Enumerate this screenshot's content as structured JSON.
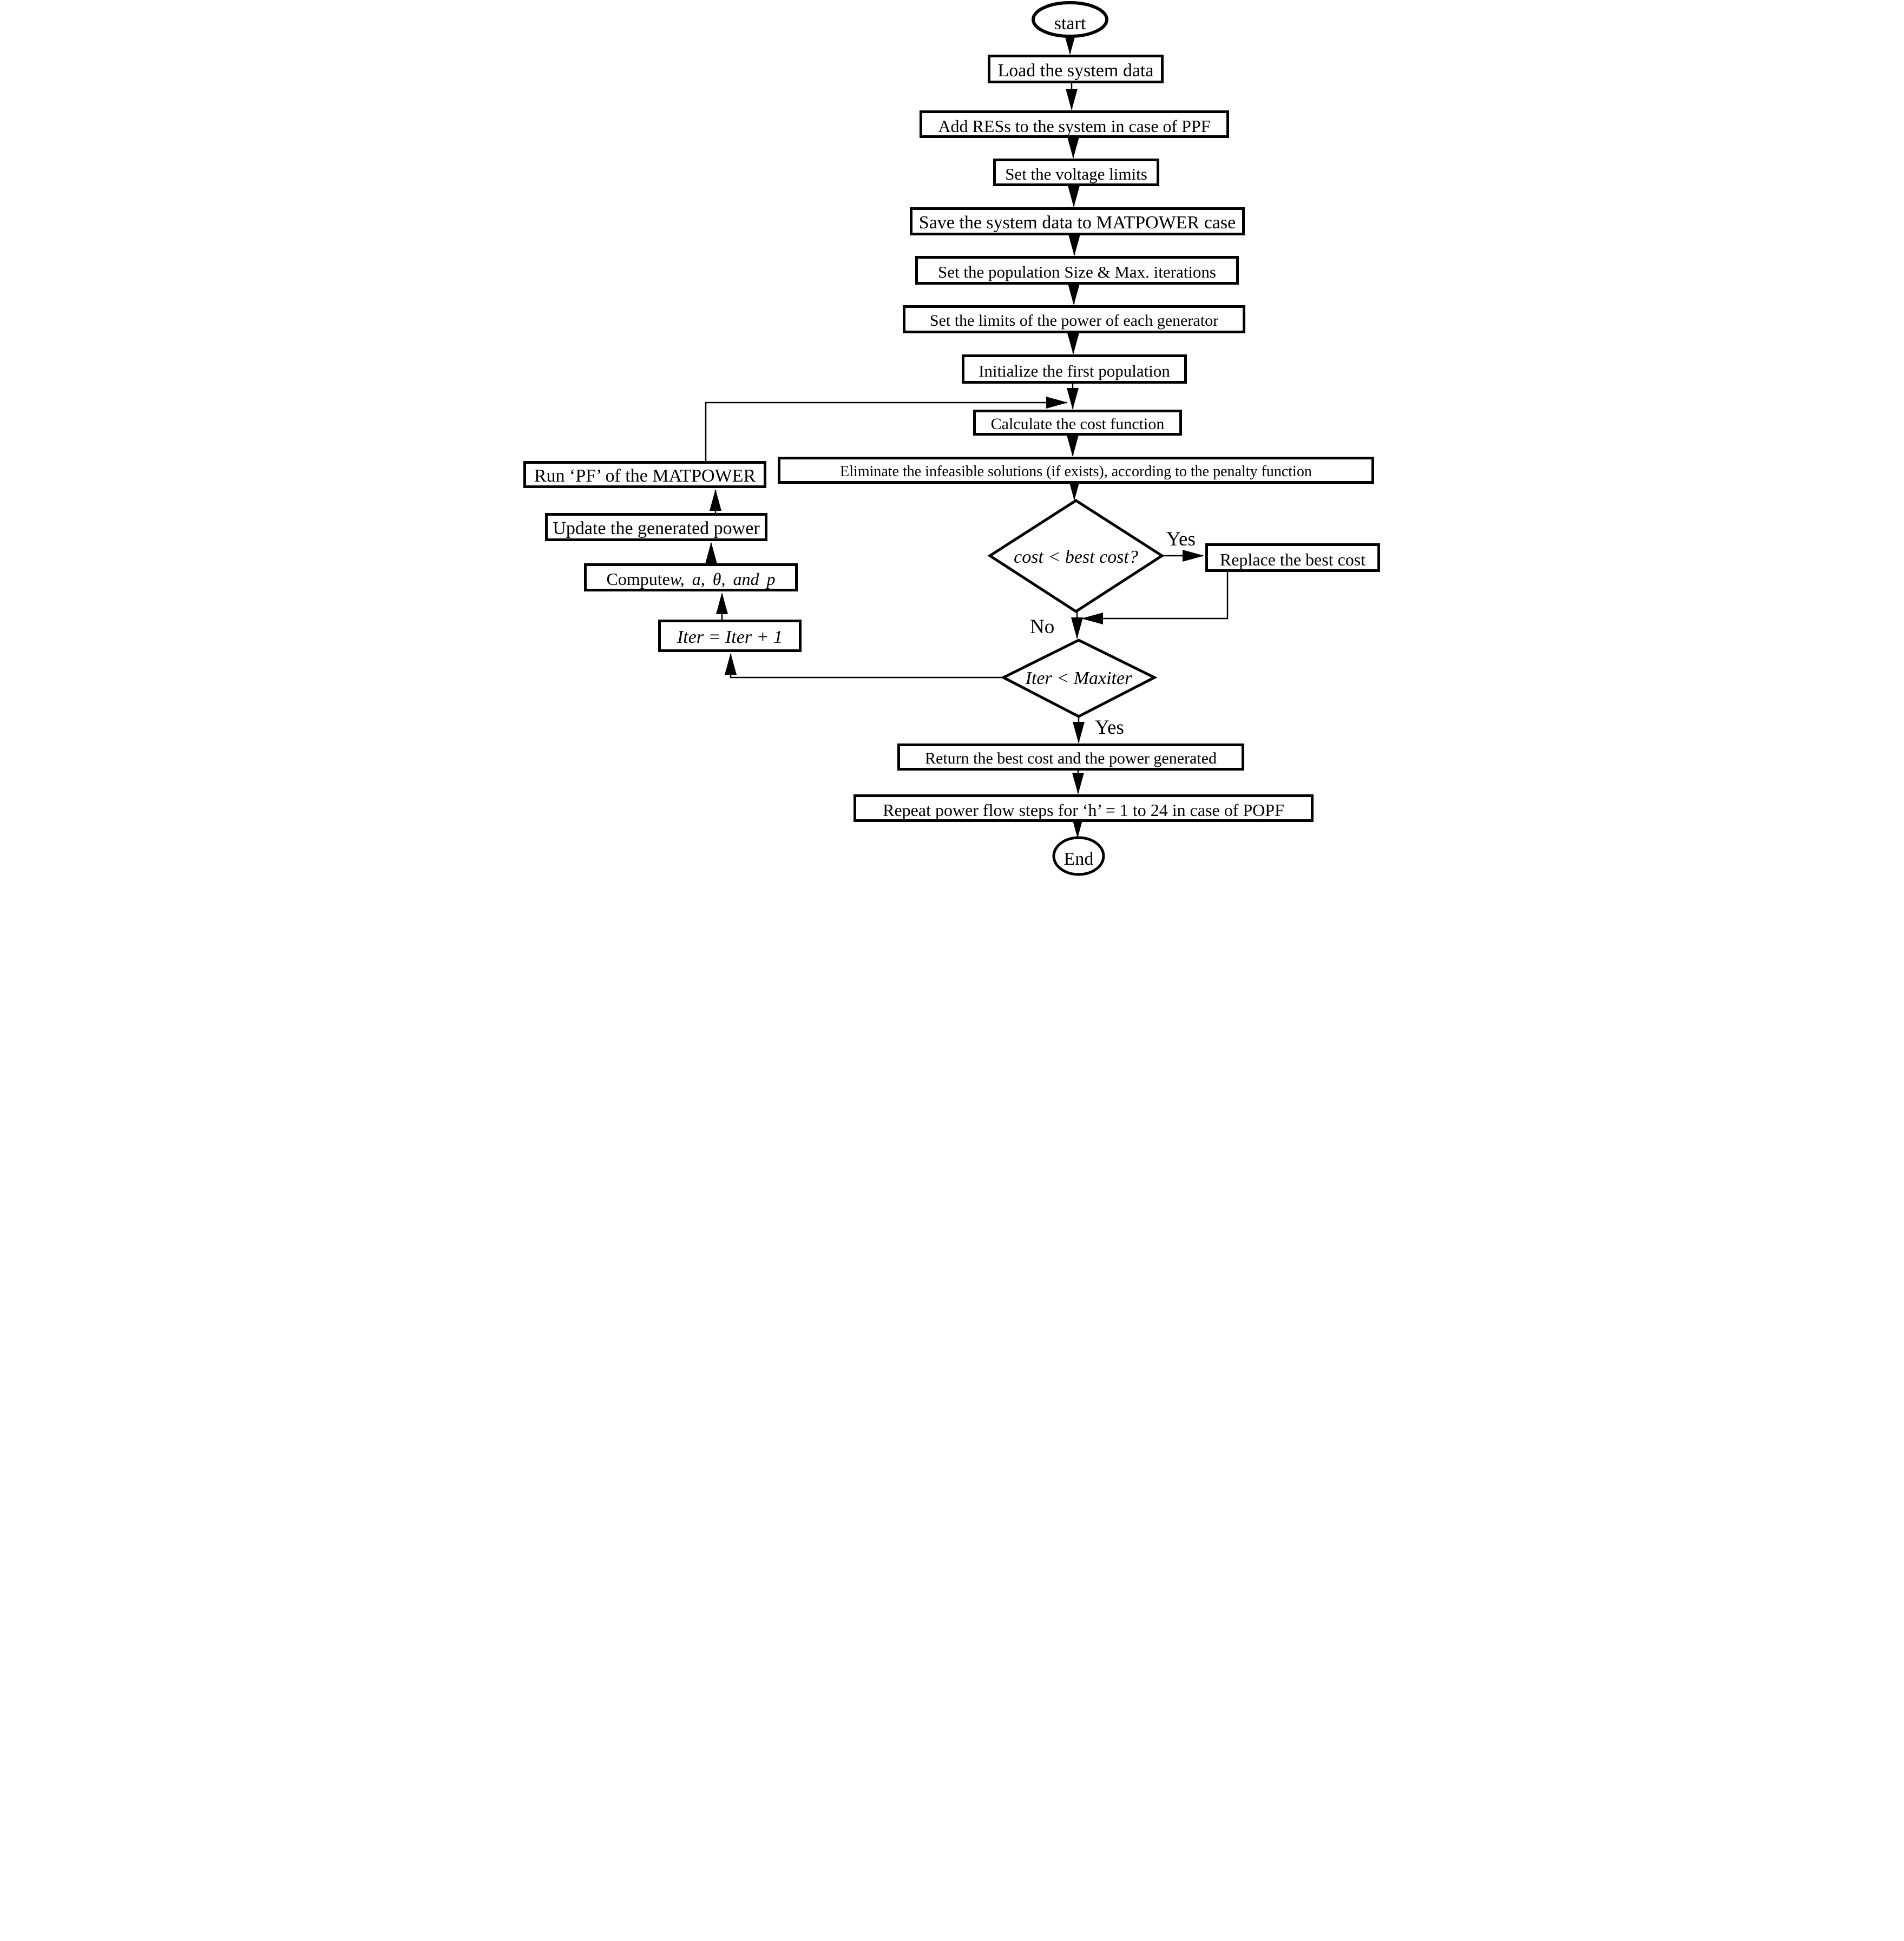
{
  "flowchart": {
    "title_hint": "Optimization power-flow algorithm flowchart",
    "colors": {
      "stroke": "#000000",
      "background": "#ffffff"
    },
    "nodes": {
      "start": "start",
      "load": "Load the system data",
      "add_res": "Add RESs to the system in case of PPF",
      "set_voltage": "Set the voltage limits",
      "save_case": "Save the system data to MATPOWER case",
      "set_population": "Set the population Size & Max. iterations",
      "set_limits": "Set the limits of the power of each generator",
      "initialize": "Initialize the first population",
      "calculate": "Calculate the cost function",
      "eliminate": "Eliminate the infeasible solutions (if exists), according to the penalty function",
      "cost_decision": "cost < best cost?",
      "replace": "Replace the best cost",
      "iter_decision": "Iter < Maxiter",
      "run_pf": "Run ‘PF’ of the MATPOWER",
      "update_power": "Update the generated power",
      "compute_prefix": "Compute ",
      "compute_vars": "w, a, θ, and p",
      "iter_update": "Iter = Iter + 1",
      "return_best": "Return the best cost and the power generated",
      "repeat_popf": "Repeat power flow steps for ‘h’ = 1 to 24 in case of POPF",
      "end": "End"
    },
    "edge_labels": {
      "yes_cost": "Yes",
      "no_cost": "No",
      "yes_iter": "Yes"
    }
  }
}
